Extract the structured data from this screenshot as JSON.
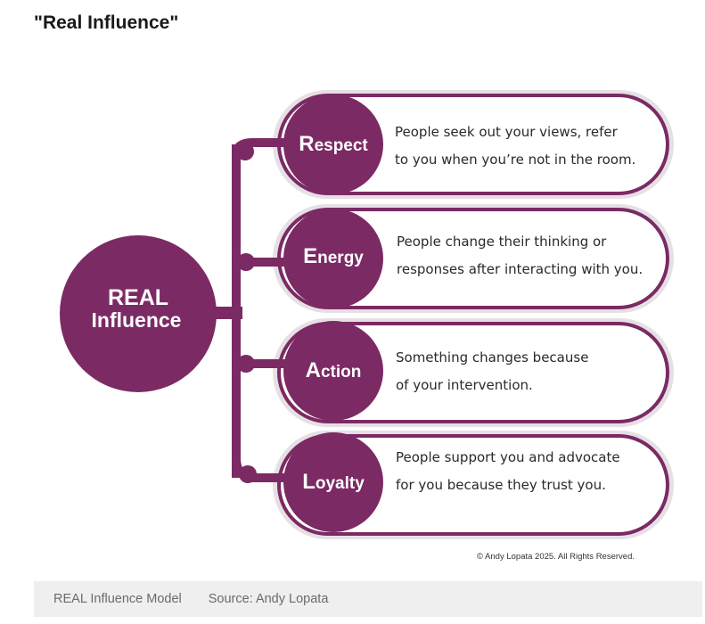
{
  "page": {
    "title": "\"Real Influence\""
  },
  "diagram": {
    "hub": {
      "line1": "REAL",
      "line2": "Influence"
    },
    "items": [
      {
        "initial": "R",
        "rest": "espect",
        "line1": "People seek out your views, refer",
        "line2": "to you when you’re not in the room."
      },
      {
        "initial": "E",
        "rest": "nergy",
        "line1": "People change their thinking or",
        "line2": "responses after interacting with you."
      },
      {
        "initial": "A",
        "rest": "ction",
        "line1": "Something changes because",
        "line2": "of your intervention."
      },
      {
        "initial": "L",
        "rest": "oyalty",
        "line1": "People support you and advocate",
        "line2": "for you because they trust you."
      }
    ],
    "copyright": "© Andy Lopata 2025. All Rights Reserved."
  },
  "caption": {
    "title": "REAL Influence Model",
    "source": "Source: Andy Lopata"
  },
  "colors": {
    "accent": "#7b2a64",
    "border_light": "#e4dde3",
    "text": "#2a2a2a"
  }
}
